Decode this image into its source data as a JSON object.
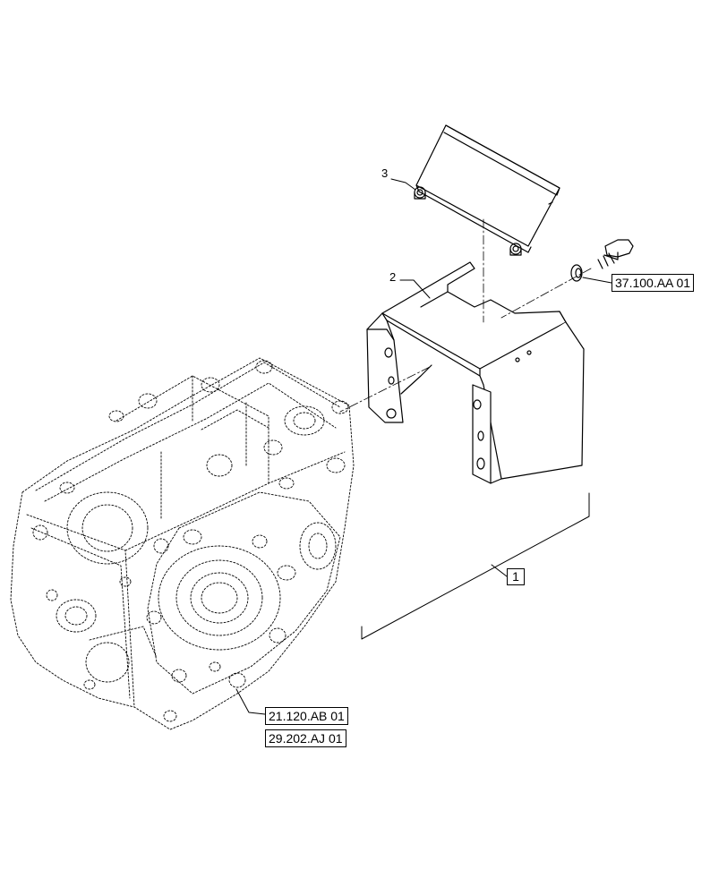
{
  "callouts": {
    "item_1": "1",
    "item_2": "2",
    "item_3": "3"
  },
  "references": {
    "bolt_ref": "37.100.AA 01",
    "housing_ref_1": "21.120.AB 01",
    "housing_ref_2": "29.202.AJ 01"
  }
}
